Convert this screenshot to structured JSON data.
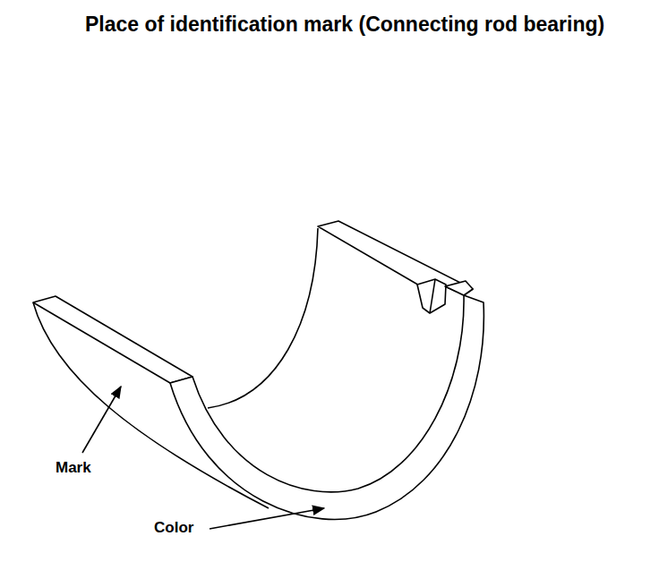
{
  "diagram": {
    "title": "Place of identification mark (Connecting rod bearing)",
    "labels": [
      "Mark",
      "Color"
    ]
  }
}
